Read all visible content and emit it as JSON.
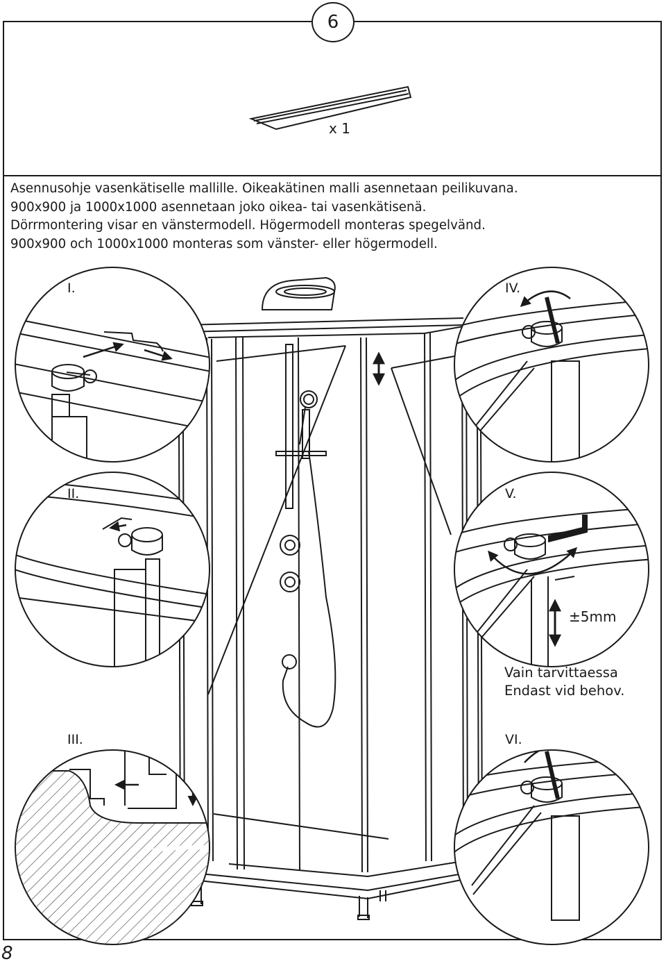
{
  "step": {
    "number": "6"
  },
  "part": {
    "quantity": "x 1",
    "icon": "rail-bar-icon"
  },
  "instructions": {
    "lines": [
      "Asennusohje vasenkätiselle mallille. Oikeakätinen malli asennetaan peilikuvana.",
      "900x900 ja 1000x1000 asennetaan joko oikea- tai vasenkätisenä.",
      "Dörrmontering visar en vänstermodell. Högermodell monteras spegelvänd.",
      "900x900 och 1000x1000 monteras som vänster- eller högermodell."
    ]
  },
  "details": {
    "i": "I.",
    "ii": "II.",
    "iii": "III.",
    "iv": "IV.",
    "v": "V.",
    "vi": "VI."
  },
  "adjustment": {
    "label": "±5mm"
  },
  "note": {
    "line1": "Vain tarvittaessa",
    "line2": "Endast vid behov."
  },
  "page": {
    "number": "8"
  },
  "colors": {
    "ink": "#1a1a1a",
    "hatch": "#555555"
  }
}
